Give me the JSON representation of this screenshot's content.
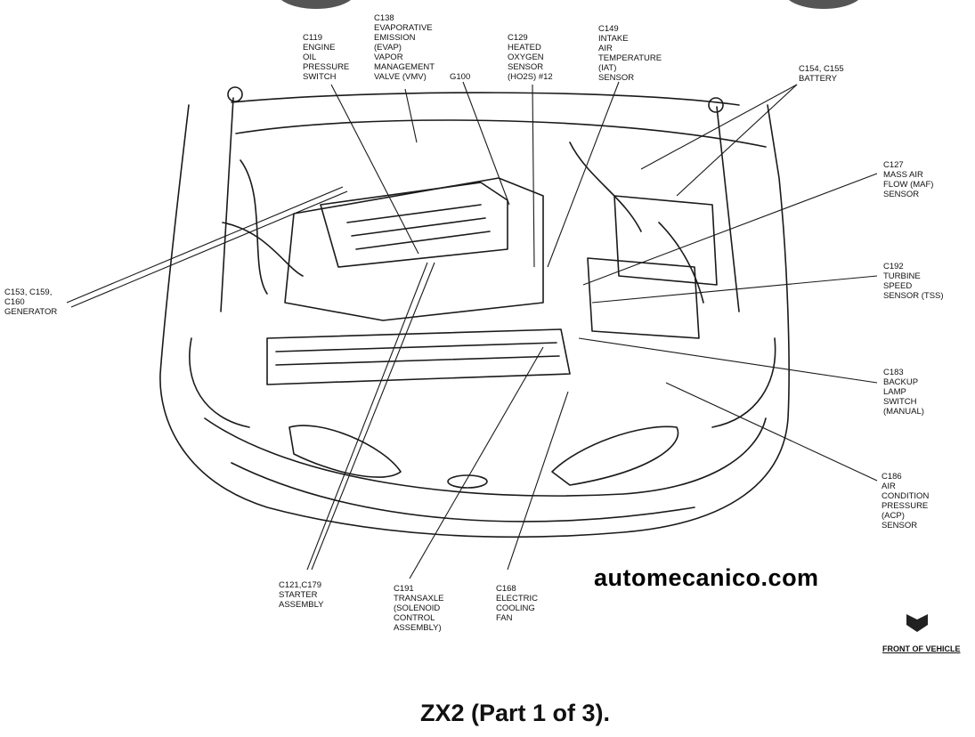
{
  "watermark": "automecanico.com",
  "caption": "ZX2 (Part 1 of 3).",
  "front_label": "FRONT OF VEHICLE",
  "labels": {
    "c119": "C119\nENGINE\nOIL\nPRESSURE\nSWITCH",
    "c138": "C138\nEVAPORATIVE\nEMISSION\n(EVAP)\nVAPOR\nMANAGEMENT\nVALVE (VMV)",
    "g100": "G100",
    "c129": "C129\nHEATED\nOXYGEN\nSENSOR\n(HO2S) #12",
    "c149": "C149\nINTAKE\nAIR\nTEMPERATURE\n(IAT)\nSENSOR",
    "c154": "C154, C155\nBATTERY",
    "c127": "C127\nMASS AIR\nFLOW (MAF)\nSENSOR",
    "c192": "C192\nTURBINE\nSPEED\nSENSOR (TSS)",
    "c183": "C183\nBACKUP\nLAMP\nSWITCH\n(MANUAL)",
    "c186": "C186\nAIR\nCONDITION\nPRESSURE\n(ACP)\nSENSOR",
    "c153": "C153, C159,\nC160\nGENERATOR",
    "c121": "C121,C179\nSTARTER\nASSEMBLY",
    "c191": "C191\nTRANSAXLE\n(SOLENOID\nCONTROL\nASSEMBLY)",
    "c168": "C168\nELECTRIC\nCOOLING\nFAN"
  }
}
